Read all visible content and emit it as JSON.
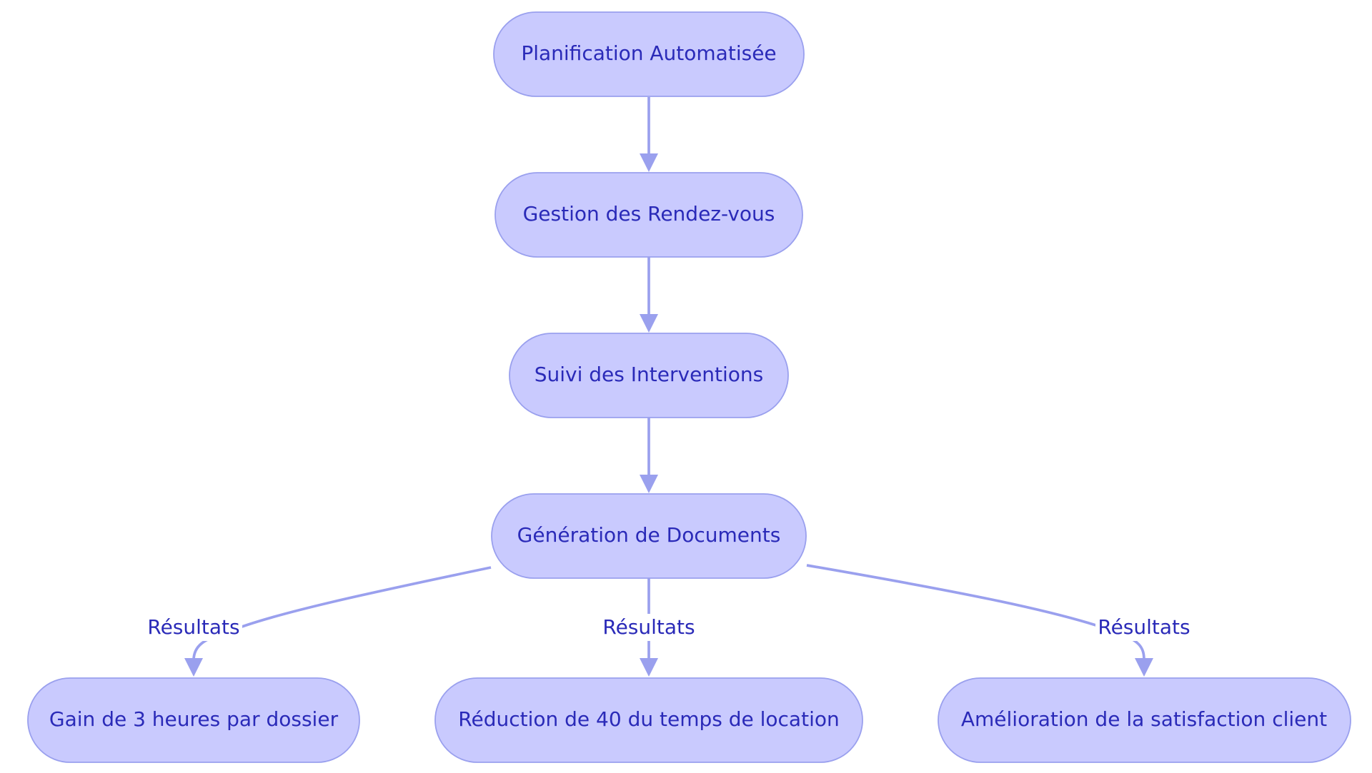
{
  "diagram": {
    "nodes": [
      {
        "id": "planification",
        "label": "Planification Automatisée"
      },
      {
        "id": "gestion",
        "label": "Gestion des Rendez-vous"
      },
      {
        "id": "suivi",
        "label": "Suivi des Interventions"
      },
      {
        "id": "generation",
        "label": "Génération de Documents"
      },
      {
        "id": "gain",
        "label": "Gain de 3 heures par dossier"
      },
      {
        "id": "reduction",
        "label": "Réduction de 40 du temps de location"
      },
      {
        "id": "amelioration",
        "label": "Amélioration de la satisfaction client"
      }
    ],
    "edges": [
      {
        "from": "planification",
        "to": "gestion",
        "label": ""
      },
      {
        "from": "gestion",
        "to": "suivi",
        "label": ""
      },
      {
        "from": "suivi",
        "to": "generation",
        "label": ""
      },
      {
        "from": "generation",
        "to": "gain",
        "label": "Résultats"
      },
      {
        "from": "generation",
        "to": "reduction",
        "label": "Résultats"
      },
      {
        "from": "generation",
        "to": "amelioration",
        "label": "Résultats"
      }
    ],
    "colors": {
      "node_fill": "#c9cafe",
      "node_stroke": "#9aa0ee",
      "edge": "#9aa0ee",
      "text": "#2a2ab8"
    }
  }
}
